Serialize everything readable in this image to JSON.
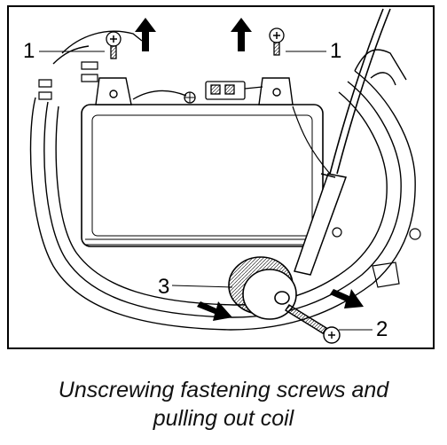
{
  "figure": {
    "callouts": {
      "screws": "1",
      "screw_right": "1",
      "bolt": "2",
      "coil": "3"
    }
  },
  "caption": {
    "line1": "Unscrewing fastening screws and",
    "line2": "pulling out coil"
  },
  "colors": {
    "line": "#000000",
    "background": "#ffffff"
  }
}
